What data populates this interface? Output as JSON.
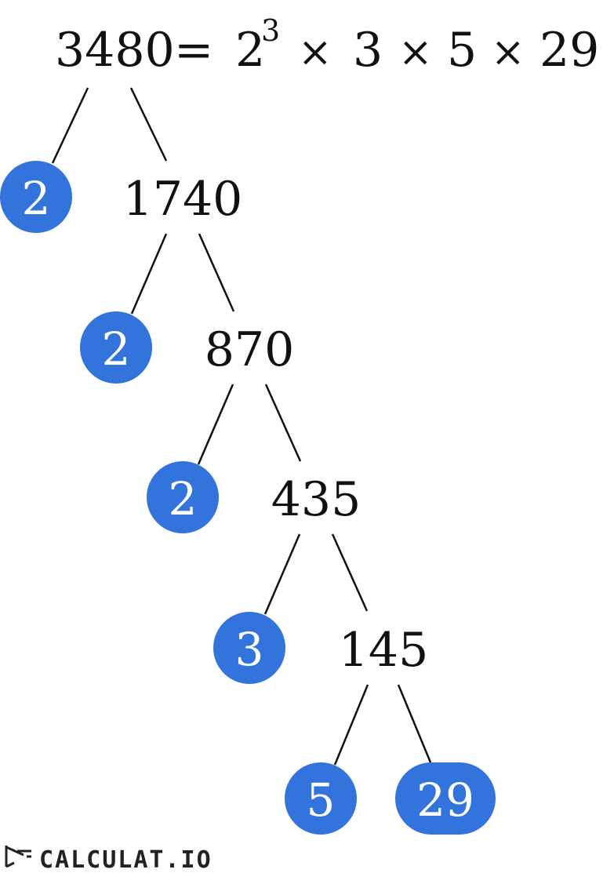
{
  "equation": {
    "number": "3480",
    "equals": "=",
    "base": "2",
    "exponent": "3",
    "times": "×",
    "factors": [
      "3",
      "5",
      "29"
    ]
  },
  "tree": {
    "composites": [
      "1740",
      "870",
      "435",
      "145"
    ],
    "primes": [
      "2",
      "2",
      "2",
      "3",
      "5",
      "29"
    ]
  },
  "colors": {
    "prime_fill": "#3273dc",
    "text": "#111111"
  },
  "brand": {
    "logo_text": "CALCULAT.IO",
    "icon": "calculator-pen-icon"
  }
}
